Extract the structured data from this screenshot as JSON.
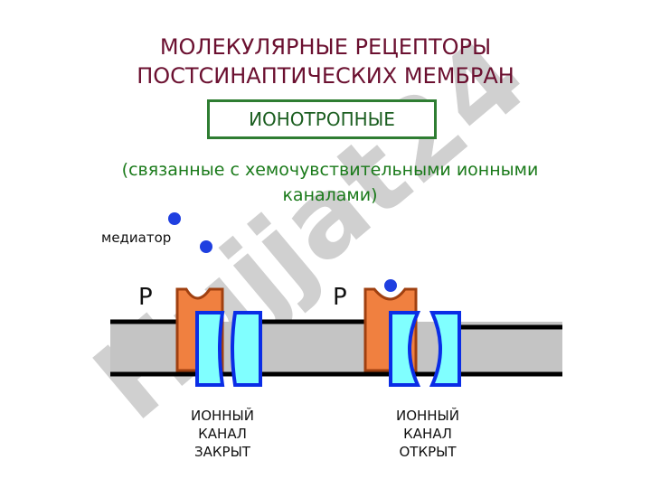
{
  "title_line1": "МОЛЕКУЛЯРНЫЕ РЕЦЕПТОРЫ",
  "title_line2": "ПОСТСИНАПТИЧЕСКИХ МЕМБРАН",
  "box_label": "ИОНОТРОПНЫЕ",
  "subtitle_line1": "(связанные с хемочувствительными ионными",
  "subtitle_line2": "каналами)",
  "mediator_label": "медиатор",
  "receptor_label_left": "Р",
  "receptor_label_right": "Р",
  "closed_channel": [
    "ИОННЫЙ",
    "КАНАЛ",
    "ЗАКРЫТ"
  ],
  "open_channel": [
    "ИОННЫЙ",
    "КАНАЛ",
    "ОТКРЫТ"
  ],
  "watermark": "Hujjat24",
  "colors": {
    "title": "#6b1030",
    "green_text": "#1a7a1a",
    "membrane": "#c4c4c4",
    "receptor": "#f08040",
    "channel_fill": "#80ffff",
    "channel_stroke": "#0a2de6",
    "mediator_dot": "#1f3fe0",
    "watermark": "#c8c8c8"
  }
}
